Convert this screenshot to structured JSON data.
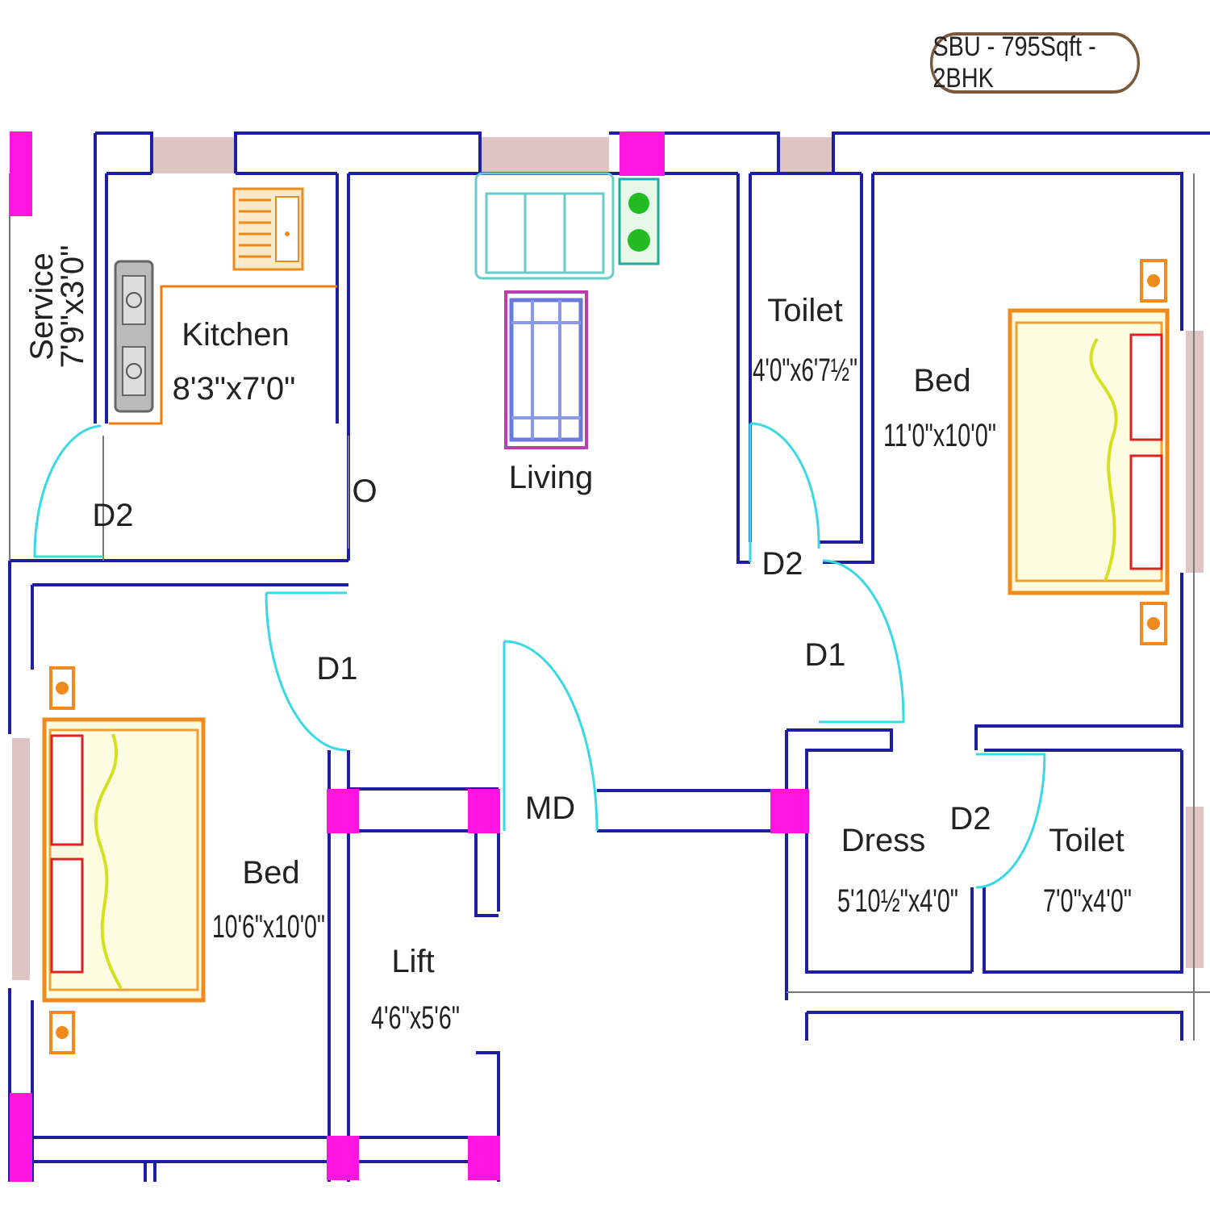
{
  "badge": "SBU - 795Sqft - 2BHK",
  "rooms": {
    "service": {
      "name": "Service",
      "size": "7'9\"x3'0\""
    },
    "kitchen": {
      "name": "Kitchen",
      "size": "8'3\"x7'0\""
    },
    "living": {
      "name": "Living"
    },
    "toilet1": {
      "name": "Toilet",
      "size": "4'0\"x6'7½\""
    },
    "bed1": {
      "name": "Bed",
      "size": "11'0\"x10'0\""
    },
    "bed2": {
      "name": "Bed",
      "size": "10'6\"x10'0\""
    },
    "lift": {
      "name": "Lift",
      "size": "4'6\"x5'6\""
    },
    "dress": {
      "name": "Dress",
      "size": "5'10½\"x4'0\""
    },
    "toilet2": {
      "name": "Toilet",
      "size": "7'0\"x4'0\""
    }
  },
  "doors": {
    "d2_service": "D2",
    "o": "O",
    "d1_left": "D1",
    "d2_toilet": "D2",
    "d1_right": "D1",
    "md": "MD",
    "d2_dress": "D2"
  },
  "colors": {
    "wall": "#1e1ea0",
    "column": "#ff14e0",
    "door": "#38d8e6",
    "bed_frame": "#f08a1c",
    "bed_fill": "#d6e020"
  }
}
